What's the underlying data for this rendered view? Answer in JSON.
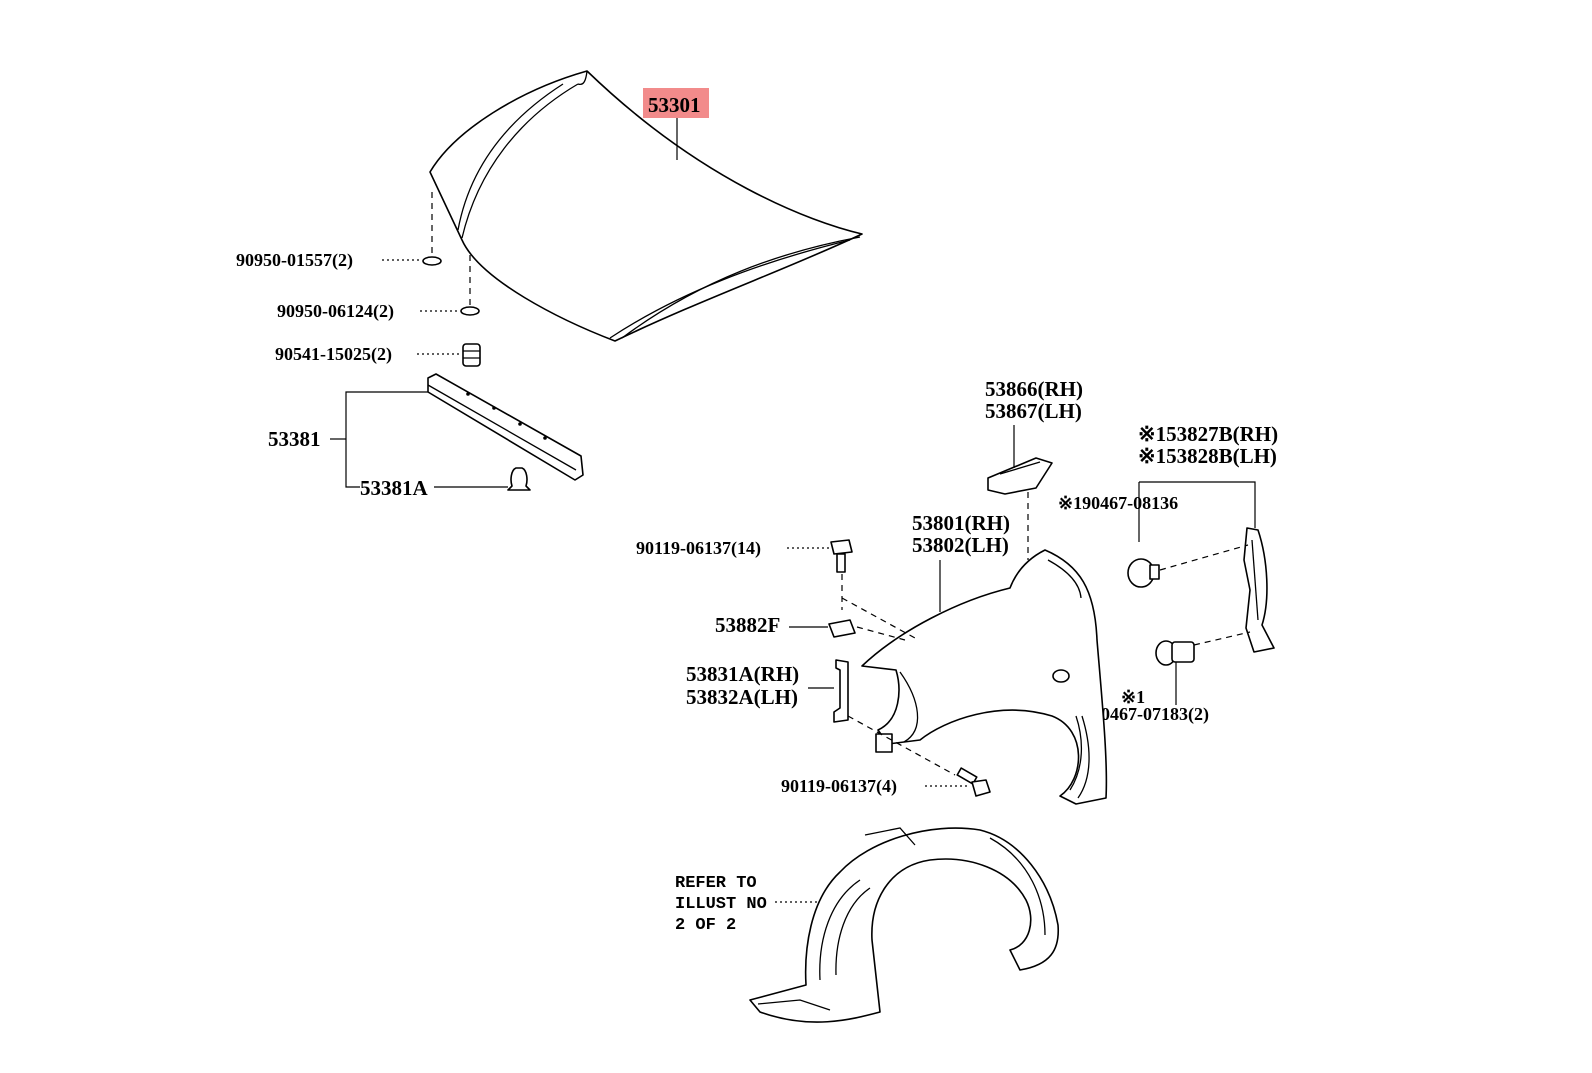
{
  "parts": {
    "hood": "53301",
    "hood_cushion_1": "90950-01557(2)",
    "hood_cushion_2": "90950-06124(2)",
    "hood_bumper": "90541-15025(2)",
    "hood_seal": "53381",
    "seal_clip": "53381A",
    "fender_rear_seal_rh": "53866(RH)",
    "fender_rear_seal_lh": "53867(LH)",
    "fender_brace_rh": "※153827B(RH)",
    "fender_brace_lh": "※153828B(LH)",
    "brace_clip": "※190467-08136",
    "fender_rh": "53801(RH)",
    "fender_lh": "53802(LH)",
    "bolt_top": "90119-06137(14)",
    "nut": "53882F",
    "fender_bracket_rh": "53831A(RH)",
    "fender_bracket_lh": "53832A(LH)",
    "rivet_note": "※1",
    "rivet": "90467-07183(2)",
    "bolt_bottom": "90119-06137(4)"
  },
  "refer_note": [
    "REFER TO",
    "ILLUST NO",
    "2 OF 2"
  ],
  "highlight_color": "#f28b8b"
}
